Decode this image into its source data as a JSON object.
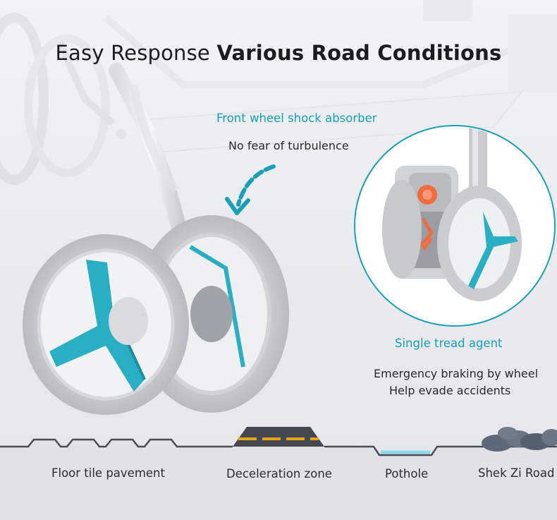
{
  "title": {
    "part1": "Easy Response",
    "part2": "Various Road Conditions"
  },
  "front_shock": {
    "heading": "Front wheel shock absorber",
    "caption": "No fear of turbulence"
  },
  "tread": {
    "heading": "Single tread agent",
    "line1": "Emergency braking by wheel",
    "line2": "Help evade accidents"
  },
  "roads": [
    {
      "label": "Floor tile pavement"
    },
    {
      "label": "Deceleration zone"
    },
    {
      "label": "Pothole"
    },
    {
      "label": "Shek Zi Road"
    }
  ],
  "colors": {
    "accent": "#1a9fb6",
    "wheel": "#c9cdd1",
    "hub": "#2aaec4",
    "ground": "#e0e2e8",
    "road_line": "#4a4d55",
    "speed_bump": "#e7a317",
    "rocks": "#5d6878"
  }
}
